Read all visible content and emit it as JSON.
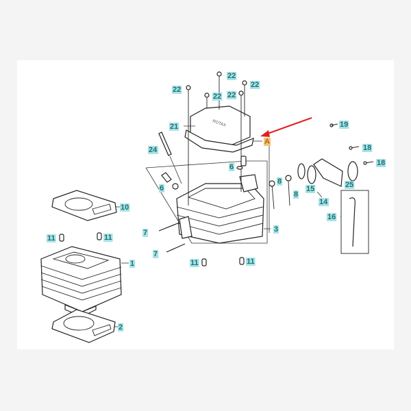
{
  "diagram": {
    "title": "Cylinder / Cylinder Head exploded parts diagram",
    "colors": {
      "callout_text": "#1d6f73",
      "callout_highlight": "#a8e3e6",
      "reference_highlight": "#f6c27a",
      "arrow": "#e0201c"
    },
    "callouts": {
      "p22a": "22",
      "p22b": "22",
      "p22c": "22",
      "p22d": "22",
      "p22e": "22",
      "p21": "21",
      "pA": "A",
      "p24": "24",
      "p19": "19",
      "p18a": "18",
      "p18b": "18",
      "p6a": "6",
      "p6b": "6",
      "p8a": "8",
      "p8b": "8",
      "p15": "15",
      "p25": "25",
      "p14": "14",
      "p10": "10",
      "p16": "16",
      "p3": "3",
      "p7a": "7",
      "p7b": "7",
      "p11a": "11",
      "p11b": "11",
      "p11c": "11",
      "p11d": "11",
      "p1": "1",
      "p2": "2"
    }
  }
}
